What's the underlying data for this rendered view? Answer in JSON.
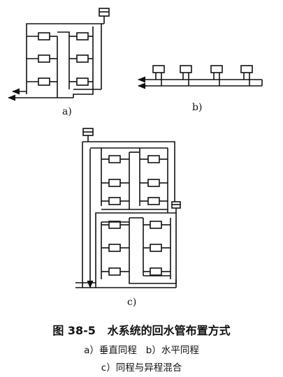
{
  "panels": {
    "a": {
      "label": "a)"
    },
    "b": {
      "label": "b)"
    },
    "c": {
      "label": "c)"
    }
  },
  "caption": {
    "figure_no": "图 38-5",
    "title": "水系统的回水管布置方式",
    "line1_a": "a）垂直同程",
    "line1_b": "b）水平同程",
    "line2": "c）同程与异程混合"
  }
}
